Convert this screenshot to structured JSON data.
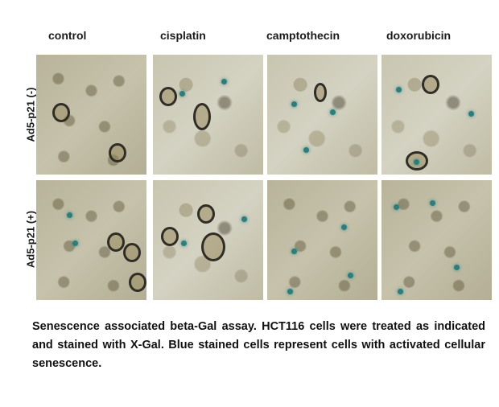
{
  "columns": [
    "control",
    "cisplatin",
    "camptothecin",
    "doxorubicin"
  ],
  "rows": [
    "Ad5-p21 (-)",
    "Ad5-p21 (+)"
  ],
  "caption": "Senescence associated beta-Gal assay. HCT116 cells were treated as indicated and stained with X-Gal. Blue stained cells represent cells with activated cellular senescence.",
  "colors": {
    "stain_blue": "#2e7d7a",
    "background": "#c8c5b0"
  }
}
